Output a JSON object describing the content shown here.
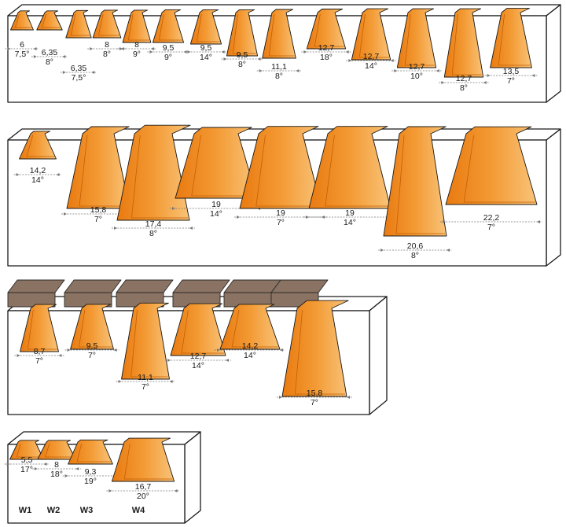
{
  "colors": {
    "cut_orange": "#f08a1e",
    "cut_highlight": "#f9c47a",
    "wood": "#8a7363",
    "outline": "#1a1a1a"
  },
  "row1": [
    {
      "width": "6",
      "angle": "7,5°"
    },
    {
      "width": "6,35",
      "angle": "8°"
    },
    {
      "width": "6,35",
      "angle": "7,5°"
    },
    {
      "width": "8",
      "angle": "8°"
    },
    {
      "width": "8",
      "angle": "9°"
    },
    {
      "width": "9,5",
      "angle": "9°"
    },
    {
      "width": "9,5",
      "angle": "14°"
    },
    {
      "width": "9,5",
      "angle": "8°"
    },
    {
      "width": "11,1",
      "angle": "8°"
    },
    {
      "width": "12,7",
      "angle": "18°"
    },
    {
      "width": "12,7",
      "angle": "14°"
    },
    {
      "width": "12,7",
      "angle": "10°"
    },
    {
      "width": "12,7",
      "angle": "8°"
    },
    {
      "width": "13,5",
      "angle": "7°"
    }
  ],
  "row2": [
    {
      "width": "14,2",
      "angle": "14°"
    },
    {
      "width": "15,8",
      "angle": "7°"
    },
    {
      "width": "17,4",
      "angle": "8°"
    },
    {
      "width": "19",
      "angle": "14°"
    },
    {
      "width": "19",
      "angle": "7°"
    },
    {
      "width": "19",
      "angle": "14°"
    },
    {
      "width": "20,6",
      "angle": "8°"
    },
    {
      "width": "22,2",
      "angle": "7°"
    }
  ],
  "row3": [
    {
      "width": "8,7",
      "angle": "7°"
    },
    {
      "width": "9,5",
      "angle": "7°"
    },
    {
      "width": "11,1",
      "angle": "7°"
    },
    {
      "width": "12,7",
      "angle": "14°"
    },
    {
      "width": "14,2",
      "angle": "14°"
    },
    {
      "width": "15,8",
      "angle": "7°"
    }
  ],
  "row4": [
    {
      "width": "5,5",
      "angle": "17°",
      "code": "W1"
    },
    {
      "width": "8",
      "angle": "18°",
      "code": "W2"
    },
    {
      "width": "9,3",
      "angle": "19°",
      "code": "W3"
    },
    {
      "width": "16,7",
      "angle": "20°",
      "code": "W4"
    }
  ]
}
